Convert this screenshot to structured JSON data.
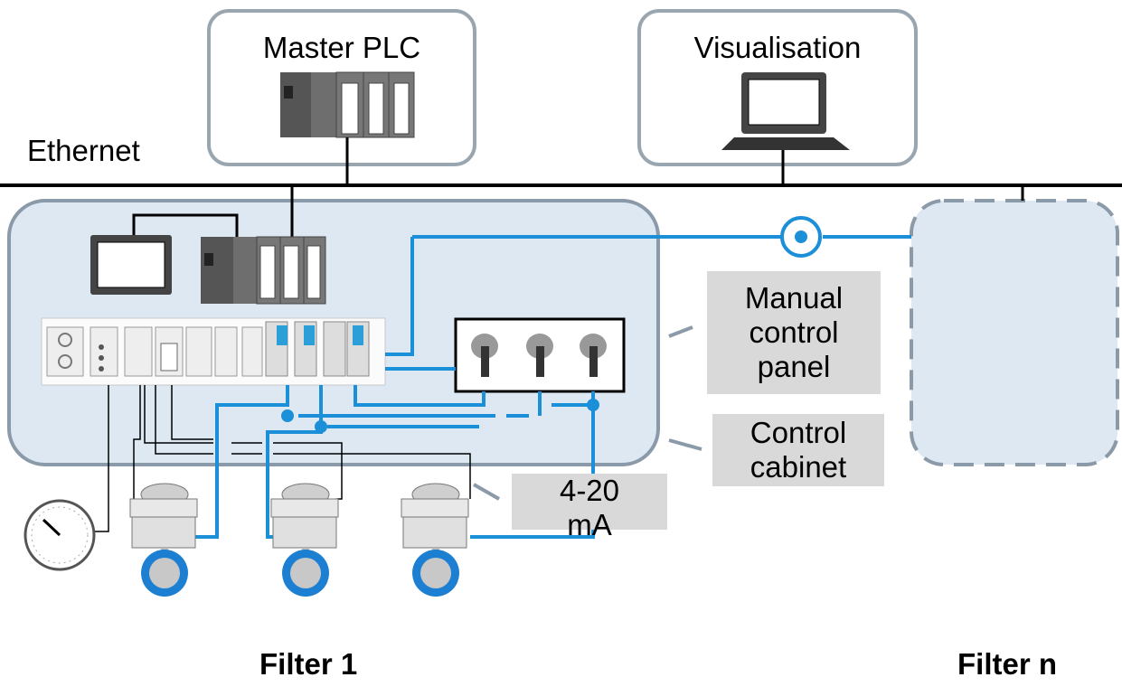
{
  "network": {
    "label": "Ethernet"
  },
  "master": {
    "label": "Master PLC"
  },
  "visualisation": {
    "label": "Visualisation"
  },
  "callouts": {
    "manual_panel": "Manual control panel",
    "control_cabinet": "Control cabinet",
    "analog_signal": "4-20 mA"
  },
  "filters": {
    "filter_1": "Filter 1",
    "filter_n": "Filter n"
  },
  "colors": {
    "cabinet_fill": "#dde8f3",
    "cabinet_border": "#8a9aa8",
    "signal_line": "#1b8fd8",
    "callout_fill": "#d9d9d9",
    "valve_blue": "#1c7fd1"
  }
}
